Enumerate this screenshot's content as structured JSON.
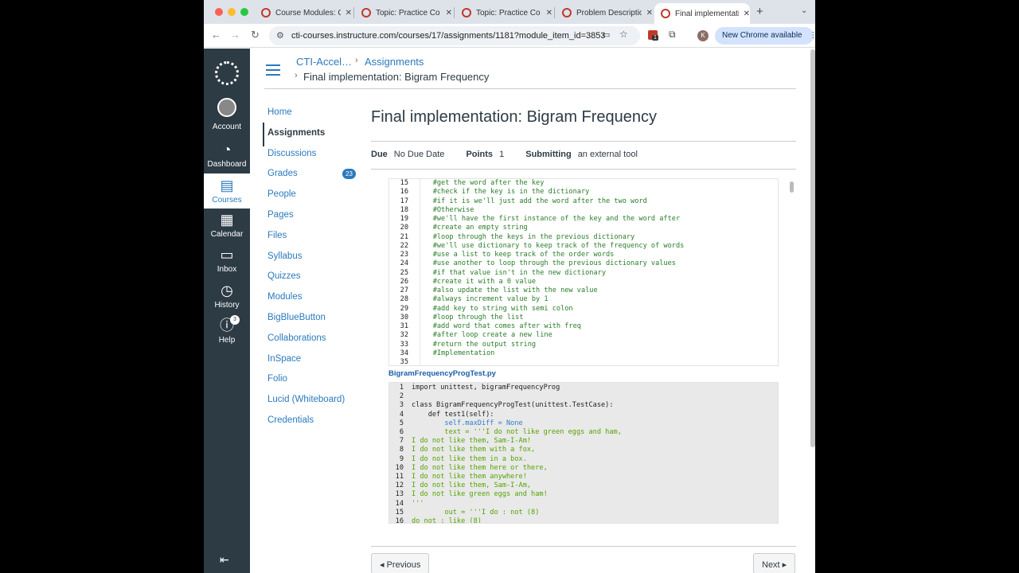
{
  "browser": {
    "tabs": [
      {
        "title": "Course Modules: C"
      },
      {
        "title": "Topic: Practice Co"
      },
      {
        "title": "Topic: Practice Co"
      },
      {
        "title": "Problem Descriptio"
      },
      {
        "title": "Final implementatio"
      }
    ],
    "url": "cti-courses.instructure.com/courses/17/assignments/1181?module_item_id=3853",
    "new_chrome": "New Chrome available",
    "profile_initial": "K",
    "ext_badge": "1"
  },
  "global_nav": [
    {
      "label": "Account",
      "icon": "account-icon"
    },
    {
      "label": "Dashboard",
      "icon": "dashboard-icon"
    },
    {
      "label": "Courses",
      "icon": "courses-icon"
    },
    {
      "label": "Calendar",
      "icon": "calendar-icon"
    },
    {
      "label": "Inbox",
      "icon": "inbox-icon"
    },
    {
      "label": "History",
      "icon": "history-icon"
    },
    {
      "label": "Help",
      "icon": "help-icon",
      "badge": "3"
    }
  ],
  "breadcrumb": {
    "course": "CTI-Accel…",
    "section": "Assignments",
    "page": "Final implementation: Bigram Frequency"
  },
  "course_nav": [
    "Home",
    "Assignments",
    "Discussions",
    "Grades",
    "People",
    "Pages",
    "Files",
    "Syllabus",
    "Quizzes",
    "Modules",
    "BigBlueButton",
    "Collaborations",
    "InSpace",
    "Folio",
    "Lucid (Whiteboard)",
    "Credentials"
  ],
  "grades_badge": "23",
  "assignment": {
    "title": "Final implementation: Bigram Frequency",
    "due_label": "Due",
    "due_value": "No Due Date",
    "points_label": "Points",
    "points_value": "1",
    "submitting_label": "Submitting",
    "submitting_value": "an external tool"
  },
  "code1": [
    {
      "n": "15",
      "t": "    #get the word after the key"
    },
    {
      "n": "16",
      "t": "    #check if the key is in the dictionary"
    },
    {
      "n": "17",
      "t": "    #if it is we'll just add the word after the two word"
    },
    {
      "n": "18",
      "t": "    #Otherwise"
    },
    {
      "n": "19",
      "t": "    #we'll have the first instance of the key and the word after"
    },
    {
      "n": "20",
      "t": "    #create an empty string"
    },
    {
      "n": "21",
      "t": "    #loop through the keys in the previous dictionary"
    },
    {
      "n": "22",
      "t": "    #we'll use dictionary to keep track of the frequency of words"
    },
    {
      "n": "23",
      "t": "    #use a list to keep track of the order words"
    },
    {
      "n": "24",
      "t": "    #use another to loop through the previous dictionary values"
    },
    {
      "n": "25",
      "t": "    #if that value isn't in the new dictionary"
    },
    {
      "n": "26",
      "t": "    #create it with a 0 value"
    },
    {
      "n": "27",
      "t": "    #also update the list with the new value"
    },
    {
      "n": "28",
      "t": "    #always increment value by 1"
    },
    {
      "n": "29",
      "t": "    #add key to string with semi colon"
    },
    {
      "n": "30",
      "t": "    #loop through the list"
    },
    {
      "n": "31",
      "t": "    #add word that comes after with freq"
    },
    {
      "n": "32",
      "t": "    #after loop create a new line"
    },
    {
      "n": "33",
      "t": "    #return the output string"
    },
    {
      "n": "34",
      "t": "    #Implementation"
    },
    {
      "n": "35",
      "t": ""
    }
  ],
  "file2_name": "BigramFrequencyProgTest.py",
  "code2": [
    {
      "n": "1",
      "t": "import unittest, bigramFrequencyProg",
      "c": "kw"
    },
    {
      "n": "2",
      "t": "",
      "c": "kw"
    },
    {
      "n": "3",
      "t": "class BigramFrequencyProgTest(unittest.TestCase):",
      "c": "kw"
    },
    {
      "n": "4",
      "t": "    def test1(self):",
      "c": "kw"
    },
    {
      "n": "5",
      "t": "        self.maxDiff = None",
      "c": "slf"
    },
    {
      "n": "6",
      "t": "        text = '''I do not like green eggs and ham,",
      "c": "str"
    },
    {
      "n": "7",
      "t": "I do not like them, Sam-I-Am!",
      "c": "str"
    },
    {
      "n": "8",
      "t": "I do not like them with a fox,",
      "c": "str"
    },
    {
      "n": "9",
      "t": "I do not like them in a box.",
      "c": "str"
    },
    {
      "n": "10",
      "t": "I do not like them here or there,",
      "c": "str"
    },
    {
      "n": "11",
      "t": "I do not like them anywhere!",
      "c": "str"
    },
    {
      "n": "12",
      "t": "I do not like them, Sam-I-Am,",
      "c": "str"
    },
    {
      "n": "13",
      "t": "I do not like green eggs and ham!",
      "c": "str"
    },
    {
      "n": "14",
      "t": "'''",
      "c": "str"
    },
    {
      "n": "15",
      "t": "        out = '''I do : not (8)",
      "c": "str"
    },
    {
      "n": "16",
      "t": "do not : like (8)",
      "c": "str"
    }
  ],
  "footer": {
    "previous": "◂ Previous",
    "next": "Next ▸"
  },
  "colors": {
    "canvas_nav": "#2d3b45",
    "link": "#2b7abc",
    "comment": "#2a7d2a",
    "string": "#55a400"
  }
}
